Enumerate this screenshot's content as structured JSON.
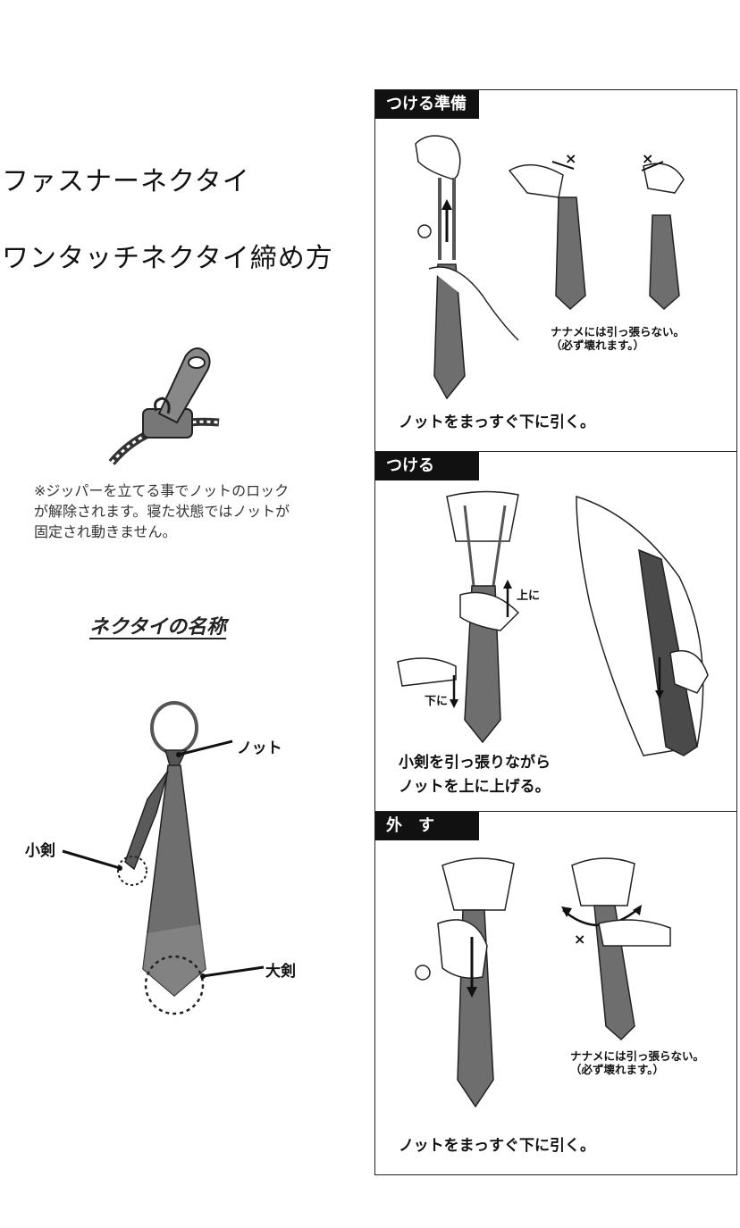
{
  "titles": {
    "line1": "ファスナーネクタイ",
    "line2": "ワンタッチネクタイ締め方"
  },
  "zipper_note": {
    "line1": "※ジッパーを立てる事でノットのロック",
    "line2": "が解除されます。寝た状態ではノットが",
    "line3": "固定され動きません。"
  },
  "tie_names": {
    "heading": "ネクタイの名称",
    "knot": "ノット",
    "small_blade": "小剣",
    "large_blade": "大剣"
  },
  "panels": {
    "prepare": {
      "tag": "つける準備",
      "ok_mark": "○",
      "ng_mark": "×",
      "warning_line1": "ナナメには引っ張らない。",
      "warning_line2": "（必ず壊れます。）",
      "caption": "ノットをまっすぐ下に引く。"
    },
    "attach": {
      "tag": "つける",
      "up_label": "上に",
      "down_label": "下に",
      "caption_line1": "小剣を引っ張りながら",
      "caption_line2": "ノットを上に上げる。"
    },
    "remove": {
      "tag": "外　す",
      "ok_mark": "○",
      "ng_mark": "×",
      "warning_line1": "ナナメには引っ張らない。",
      "warning_line2": "（必ず壊れます。）",
      "caption": "ノットをまっすぐ下に引く。"
    }
  },
  "colors": {
    "tie_gray": "#6e6e6e",
    "tie_dark": "#4a4a4a",
    "tag_bg": "#111111"
  }
}
